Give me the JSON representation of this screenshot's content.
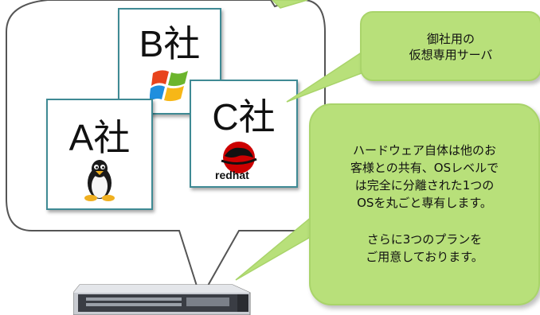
{
  "companies": {
    "a": {
      "label": "A社",
      "os_icon": "linux-tux-icon"
    },
    "b": {
      "label": "B社",
      "os_icon": "windows-flag-icon"
    },
    "c": {
      "label": "C社",
      "os_icon": "redhat-logo-icon",
      "logo_text": "redhat"
    }
  },
  "callouts": {
    "top": {
      "line1": "御社用の",
      "line2": "仮想専用サーバ"
    },
    "bottom": {
      "line1": "ハードウェア自体は他のお",
      "line2": "客様との共有、OSレベルで",
      "line3": "は完全に分離された1つの",
      "line4": "OSを丸ごと専有します。",
      "line5": "さらに3つのプランを",
      "line6": "ご用意しております。"
    }
  },
  "colors": {
    "callout_fill": "#b8e07a",
    "callout_border": "#a9d46a",
    "card_border": "#3f8a94",
    "bubble_border": "#555555"
  },
  "server_icon": "rack-server-icon"
}
